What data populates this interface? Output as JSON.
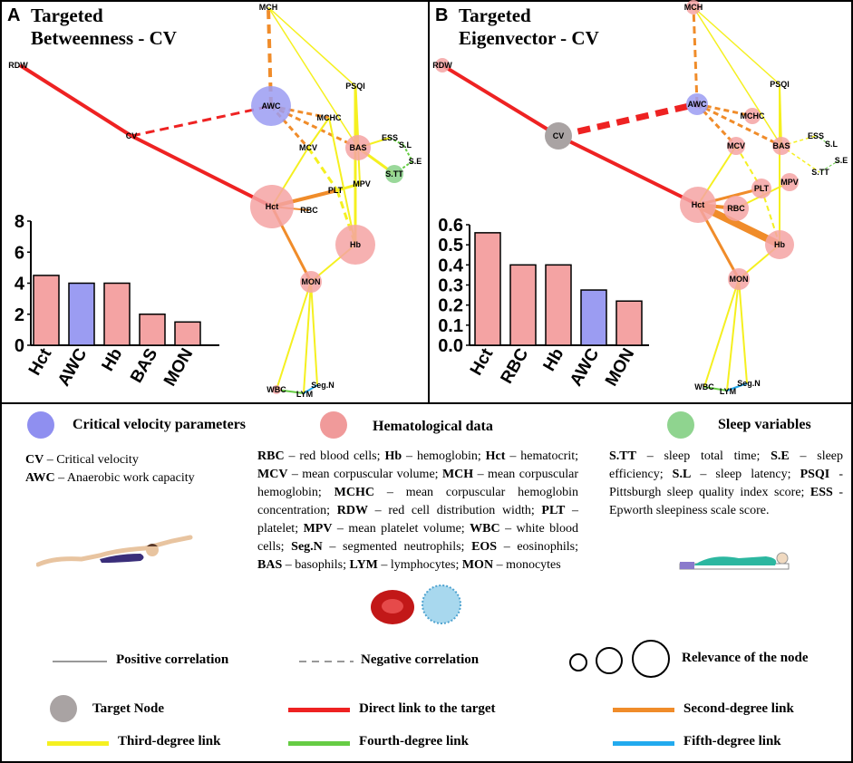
{
  "panel_a": {
    "letter": "A",
    "title_line1": "Targeted",
    "title_line2": "Betweenness - CV",
    "chart_data": {
      "type": "bar",
      "categories": [
        "Hct",
        "AWC",
        "Hb",
        "BAS",
        "MON"
      ],
      "values": [
        4.5,
        4.0,
        4.0,
        2.0,
        1.5
      ],
      "ylim": [
        0,
        8
      ],
      "yticks": [
        "0",
        "2",
        "4",
        "6",
        "8"
      ],
      "colors": [
        "#f4a3a3",
        "#9b9cf2",
        "#f4a3a3",
        "#f4a3a3",
        "#f4a3a3"
      ]
    },
    "nodes": {
      "MCH": "MCH",
      "RDW": "RDW",
      "CV": "CV",
      "AWC": "AWC",
      "PSQI": "PSQI",
      "MCHC": "MCHC",
      "ESS": "ESS",
      "SL": "S.L",
      "SE": "S.E",
      "STT": "S.TT",
      "MCV": "MCV",
      "BAS": "BAS",
      "MPV": "MPV",
      "PLT": "PLT",
      "Hct": "Hct",
      "RBC": "RBC",
      "Hb": "Hb",
      "MON": "MON",
      "WBC": "WBC",
      "SegN": "Seg.N",
      "LYM": "LYM"
    }
  },
  "panel_b": {
    "letter": "B",
    "title_line1": "Targeted",
    "title_line2": "Eigenvector - CV",
    "chart_data": {
      "type": "bar",
      "categories": [
        "Hct",
        "RBC",
        "Hb",
        "AWC",
        "MON"
      ],
      "values": [
        0.56,
        0.4,
        0.4,
        0.275,
        0.22
      ],
      "ylim": [
        0,
        0.6
      ],
      "yticks": [
        "0.0",
        "0.1",
        "0.2",
        "0.3",
        "0.4",
        "0.5",
        "0.6"
      ],
      "colors": [
        "#f4a3a3",
        "#f4a3a3",
        "#f4a3a3",
        "#9b9cf2",
        "#f4a3a3"
      ]
    },
    "nodes": {
      "MCH": "MCH",
      "RDW": "RDW",
      "CV": "CV",
      "AWC": "AWC",
      "PSQI": "PSQI",
      "MCHC": "MCHC",
      "ESS": "ESS",
      "SL": "S.L",
      "SE": "S.E",
      "STT": "S.TT",
      "MCV": "MCV",
      "BAS": "BAS",
      "MPV": "MPV",
      "PLT": "PLT",
      "Hct": "Hct",
      "RBC": "RBC",
      "Hb": "Hb",
      "MON": "MON",
      "WBC": "WBC",
      "SegN": "Seg.N",
      "LYM": "LYM"
    }
  },
  "legend": {
    "cat_cv": "Critical velocity parameters",
    "cat_hema": "Hematological data",
    "cat_sleep": "Sleep variables",
    "color_cv": "#8f8ff0",
    "color_hema": "#f09a9a",
    "color_sleep": "#8fd48f",
    "cv_defs": [
      {
        "abbr": "CV",
        "desc": " – Critical velocity"
      },
      {
        "abbr": "AWC",
        "desc": " – Anaerobic work capacity"
      }
    ],
    "hema_defs": [
      {
        "abbr": "RBC",
        "desc": " – red blood cells; "
      },
      {
        "abbr": "Hb",
        "desc": " – hemoglobin; "
      },
      {
        "abbr": "Hct",
        "desc": " – hematocrit; "
      },
      {
        "abbr": "MCV",
        "desc": " – mean corpuscular volume; "
      },
      {
        "abbr": "MCH",
        "desc": " – mean corpuscular hemoglobin; "
      },
      {
        "abbr": "MCHC",
        "desc": " – mean corpuscular hemoglobin concentration; "
      },
      {
        "abbr": "RDW",
        "desc": " – red cell distribution width; "
      },
      {
        "abbr": "PLT",
        "desc": " – platelet; "
      },
      {
        "abbr": "MPV",
        "desc": " – mean platelet volume; "
      },
      {
        "abbr": "WBC",
        "desc": " – white blood cells; "
      },
      {
        "abbr": "Seg.N",
        "desc": " – segmented neutrophils; "
      },
      {
        "abbr": "EOS",
        "desc": " – eosinophils; "
      },
      {
        "abbr": "BAS",
        "desc": " – basophils; "
      },
      {
        "abbr": "LYM",
        "desc": " – lymphocytes; "
      },
      {
        "abbr": "MON",
        "desc": " – monocytes"
      }
    ],
    "sleep_defs": [
      {
        "abbr": "S.TT",
        "desc": " – sleep total time; "
      },
      {
        "abbr": "S.E",
        "desc": " – sleep efficiency; "
      },
      {
        "abbr": "S.L",
        "desc": " – sleep latency; "
      },
      {
        "abbr": "PSQI",
        "desc": " - Pittsburgh sleep quality index score; "
      },
      {
        "abbr": "ESS",
        "desc": " - Epworth sleepiness scale score."
      }
    ],
    "positive": "Positive correlation",
    "negative": "Negative correlation",
    "relevance": "Relevance of the node",
    "target_node": "Target Node",
    "direct": "Direct link to the target",
    "second": "Second-degree link",
    "third": "Third-degree link",
    "fourth": "Fourth-degree link",
    "fifth": "Fifth-degree link",
    "link_colors": {
      "direct": "#ee2222",
      "second": "#f08c2a",
      "third": "#f5f020",
      "fourth": "#66cc44",
      "fifth": "#22aaee",
      "target": "#a9a3a3",
      "grey_line": "#999999"
    }
  }
}
